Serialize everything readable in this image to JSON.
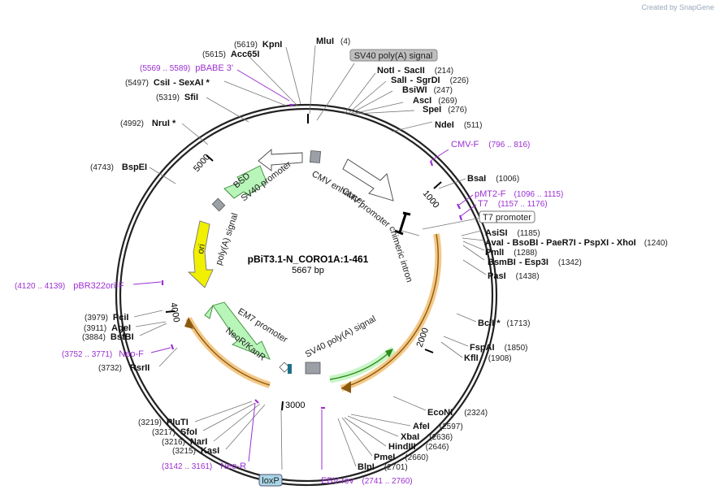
{
  "credit": "Created by SnapGene",
  "plasmid": {
    "name": "pBiT3.1-N_CORO1A:1-461",
    "size": "5667 bp"
  },
  "ticks": [
    "1000",
    "2000",
    "3000",
    "4000",
    "5000"
  ],
  "sites": [
    {
      "name": "MluI",
      "pos": "(4)"
    },
    {
      "name": "KpnI",
      "pos": "(5619)"
    },
    {
      "name": "Acc65I",
      "pos": "(5615)"
    },
    {
      "name": "NotI",
      "sep": "-",
      "name2": "SacII",
      "pos": "(214)"
    },
    {
      "name": "SalI",
      "sep": "-",
      "name2": "SgrDI",
      "pos": "(226)"
    },
    {
      "name": "BsiWI",
      "pos": "(247)"
    },
    {
      "name": "AscI",
      "pos": "(269)"
    },
    {
      "name": "SpeI",
      "pos": "(276)"
    },
    {
      "name": "NdeI",
      "pos": "(511)"
    },
    {
      "name": "BsaI",
      "pos": "(1006)"
    },
    {
      "name": "AsiSI",
      "pos": "(1185)"
    },
    {
      "name": "AvaI",
      "sep": "- BsoBI - PaeR7I - PspXI - XhoI",
      "pos": "(1240)"
    },
    {
      "name": "PmlI",
      "pos": "(1288)"
    },
    {
      "name": "BsmBI",
      "sep": "- Esp3I",
      "pos": "(1342)"
    },
    {
      "name": "PasI",
      "pos": "(1438)"
    },
    {
      "name": "BclI *",
      "pos": "(1713)"
    },
    {
      "name": "FspAI",
      "pos": "(1850)"
    },
    {
      "name": "KflI",
      "pos": "(1908)"
    },
    {
      "name": "EcoNI",
      "pos": "(2324)"
    },
    {
      "name": "AfeI",
      "pos": "(2597)"
    },
    {
      "name": "XbaI",
      "pos": "(2636)"
    },
    {
      "name": "HindIII",
      "pos": "(2646)"
    },
    {
      "name": "PmeI",
      "pos": "(2660)"
    },
    {
      "name": "BlpI",
      "pos": "(2701)"
    },
    {
      "name": "KasI",
      "pos": "(3215)"
    },
    {
      "name": "NarI",
      "pos": "(3216)"
    },
    {
      "name": "SfoI",
      "pos": "(3217)"
    },
    {
      "name": "PluTI",
      "pos": "(3219)"
    },
    {
      "name": "RsrII",
      "pos": "(3732)"
    },
    {
      "name": "BstBI",
      "pos": "(3884)"
    },
    {
      "name": "AgeI",
      "pos": "(3911)"
    },
    {
      "name": "PciI",
      "pos": "(3979)"
    },
    {
      "name": "BspEI",
      "pos": "(4743)"
    },
    {
      "name": "NruI *",
      "pos": "(4992)"
    },
    {
      "name": "SfiI",
      "pos": "(5319)"
    },
    {
      "name": "CsiI",
      "sep": "- SexAI *",
      "pos": "(5497)"
    }
  ],
  "primers": [
    {
      "name": "pBABE 3'",
      "pos": "(5569 .. 5589)"
    },
    {
      "name": "CMV-F",
      "pos": "(796 .. 816)"
    },
    {
      "name": "pMT2-F",
      "pos": "(1096 .. 1115)"
    },
    {
      "name": "T7",
      "pos": "(1157 .. 1176)"
    },
    {
      "name": "pBR322ori-F",
      "pos": "(4120 .. 4139)"
    },
    {
      "name": "Neo-F",
      "pos": "(3752 .. 3771)"
    },
    {
      "name": "Neo-R",
      "pos": "(3142 .. 3161)"
    },
    {
      "name": "EBV-rev",
      "pos": "(2741 .. 2760)"
    }
  ],
  "boxed": {
    "sv40_polyA": "SV40 poly(A) signal",
    "t7_promoter": "T7 promoter",
    "loxp": "loxP"
  },
  "features": {
    "cmv_enhancer": "CMV enhancer",
    "cmv_promoter": "CMV promoter",
    "chimeric_intron": "chimeric intron",
    "sv40_promoter": "SV40 promoter",
    "bsd": "BSD",
    "polyA": "poly(A) signal",
    "ori": "ori",
    "em7": "EM7 promoter",
    "neor": "NeoR/KanR",
    "sv40_polyA_inner": "SV40 poly(A) signal"
  },
  "colors": {
    "primer": "#9a2fd1",
    "bsd": "#b8f5b8",
    "orf": "#f3c27a",
    "promoter": "#ffffff",
    "ori": "#f0f000",
    "terminator": "#9aa0a6"
  }
}
